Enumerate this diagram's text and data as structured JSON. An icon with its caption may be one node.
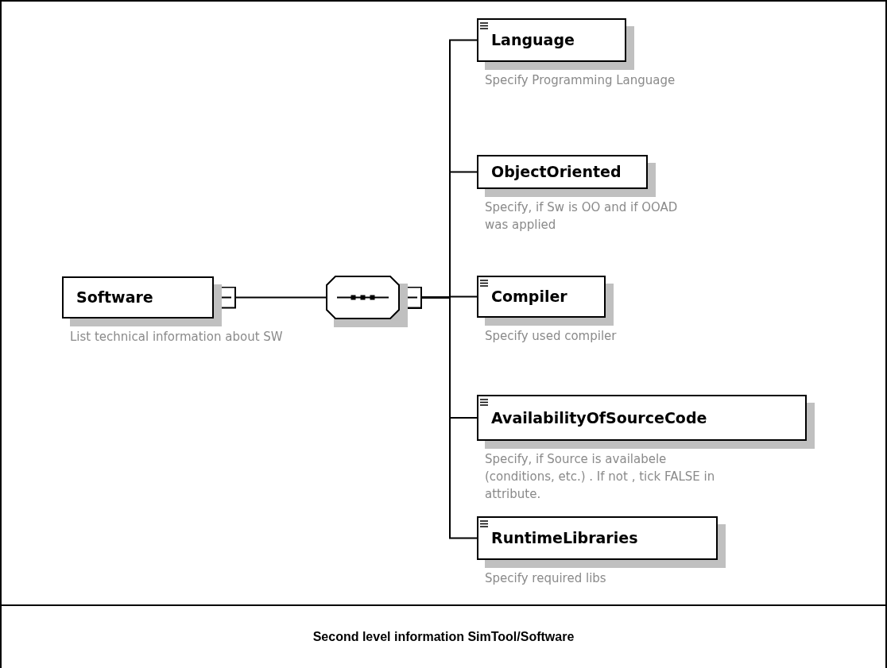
{
  "diagram": {
    "caption": "Second level information SimTool/Software",
    "nodes": [
      {
        "text": [
          "Software"
        ],
        "beside": [
          "List technical information about SW"
        ]
      },
      {
        "text": [],
        "shape": "octagon"
      },
      {
        "text": [
          "Language"
        ],
        "beside": [
          "Specify Programming Language"
        ]
      },
      {
        "text": [
          "ObjectOriented"
        ],
        "beside": [
          "Specify, if Sw is OO and if OOAD was applied"
        ]
      },
      {
        "text": [
          "Compiler"
        ],
        "beside": [
          "Specify used compiler"
        ]
      },
      {
        "text": [
          "AvailabilityOfSourceCode"
        ],
        "beside": [
          "Specify, if Source is availabele (conditions, etc.) . If not , tick FALSE in attribute."
        ]
      },
      {
        "text": [
          "RuntimeLibraries"
        ],
        "beside": [
          "Specify required libs"
        ]
      }
    ],
    "edges": [
      {
        "from": 0,
        "to": 1,
        "arrow": "other"
      },
      {
        "from": 1,
        "to": 2,
        "arrow": "other"
      },
      {
        "from": 1,
        "to": 3,
        "arrow": "other"
      },
      {
        "from": 1,
        "to": 4,
        "arrow": "other"
      },
      {
        "from": 1,
        "to": 5,
        "arrow": "other"
      },
      {
        "from": 1,
        "to": 6,
        "arrow": "other"
      }
    ]
  }
}
